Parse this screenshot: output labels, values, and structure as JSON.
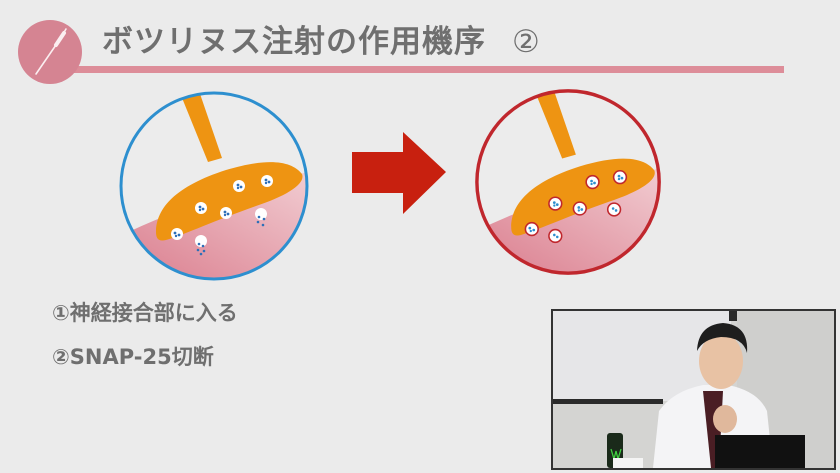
{
  "slide": {
    "title": "ボツリヌス注射の作用機序",
    "title_number": "②",
    "header_icon": "syringe-icon",
    "colors": {
      "background": "#ebebeb",
      "accent_pink": "#dd8d99",
      "badge_pink": "#d58492",
      "title_text": "#6f6f6f",
      "nerve_orange": "#ee9412",
      "circle_before": "#2d8fcf",
      "circle_after": "#c0272d",
      "arrow_red": "#c8200f"
    }
  },
  "diagram": {
    "before": {
      "label": "nerve-terminal-before",
      "border_color": "#2d8fcf",
      "vesicle_count": 7
    },
    "arrow": {
      "icon": "right-arrow-icon",
      "color": "#c8200f"
    },
    "after": {
      "label": "nerve-terminal-after",
      "border_color": "#c0272d",
      "vesicle_count": 7
    }
  },
  "bullets": [
    {
      "text": "①神経接合部に入る"
    },
    {
      "text": "②SNAP-25切断"
    }
  ],
  "webcam": {
    "description": "presenter video feed"
  }
}
